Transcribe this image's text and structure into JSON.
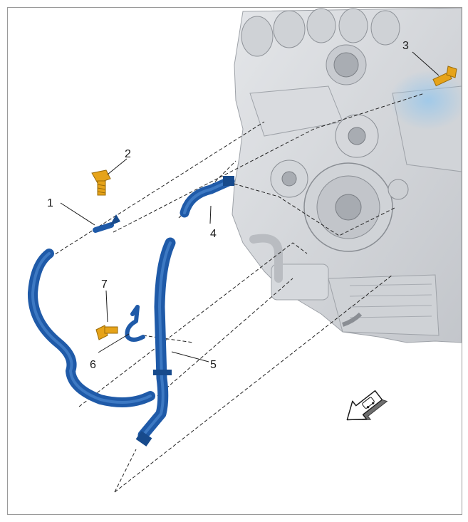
{
  "callouts": {
    "c1": "1",
    "c2": "2",
    "c3": "3",
    "c4": "4",
    "c5": "5",
    "c6": "6",
    "c7": "7"
  },
  "colors": {
    "hose": "#1f5aa8",
    "hose_highlight": "#4a86cf",
    "hardware": "#e6a319",
    "engine": "#d4d6da",
    "engine_shadow": "#b7babf",
    "glow": "#9cc8ea"
  },
  "icons": {
    "direction_arrow": "direction-arrow-icon"
  }
}
